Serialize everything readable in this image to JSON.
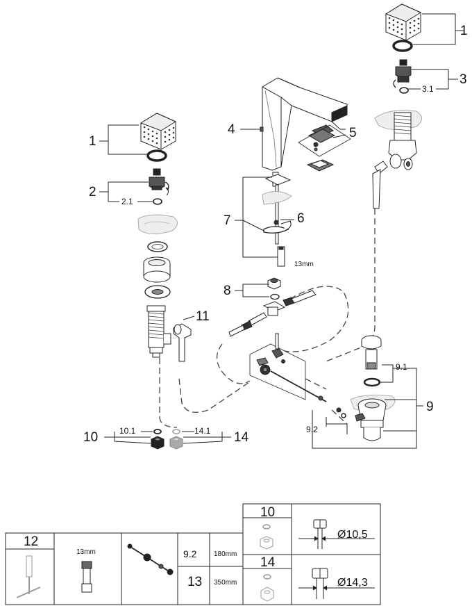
{
  "callouts": {
    "c1_left": "1",
    "c2": "2",
    "c2_1": "2.1",
    "c1_right": "1",
    "c3": "3",
    "c3_1": "3.1",
    "c4": "4",
    "c5": "5",
    "c6": "6",
    "c7": "7",
    "c7_size": "13mm",
    "c8": "8",
    "c11": "11",
    "c9": "9",
    "c9_1": "9.1",
    "c9_2": "9.2",
    "c10": "10",
    "c10_1": "10.1",
    "c14": "14",
    "c14_1": "14.1"
  },
  "table": {
    "part12": "12",
    "part12_size": "13mm",
    "row1_code": "9.2",
    "row1_length": "180mm",
    "part13": "13",
    "row2_length": "350mm",
    "part10": "10",
    "part10_dim": "Ø10,5",
    "part14": "14",
    "part14_dim": "Ø14,3"
  }
}
